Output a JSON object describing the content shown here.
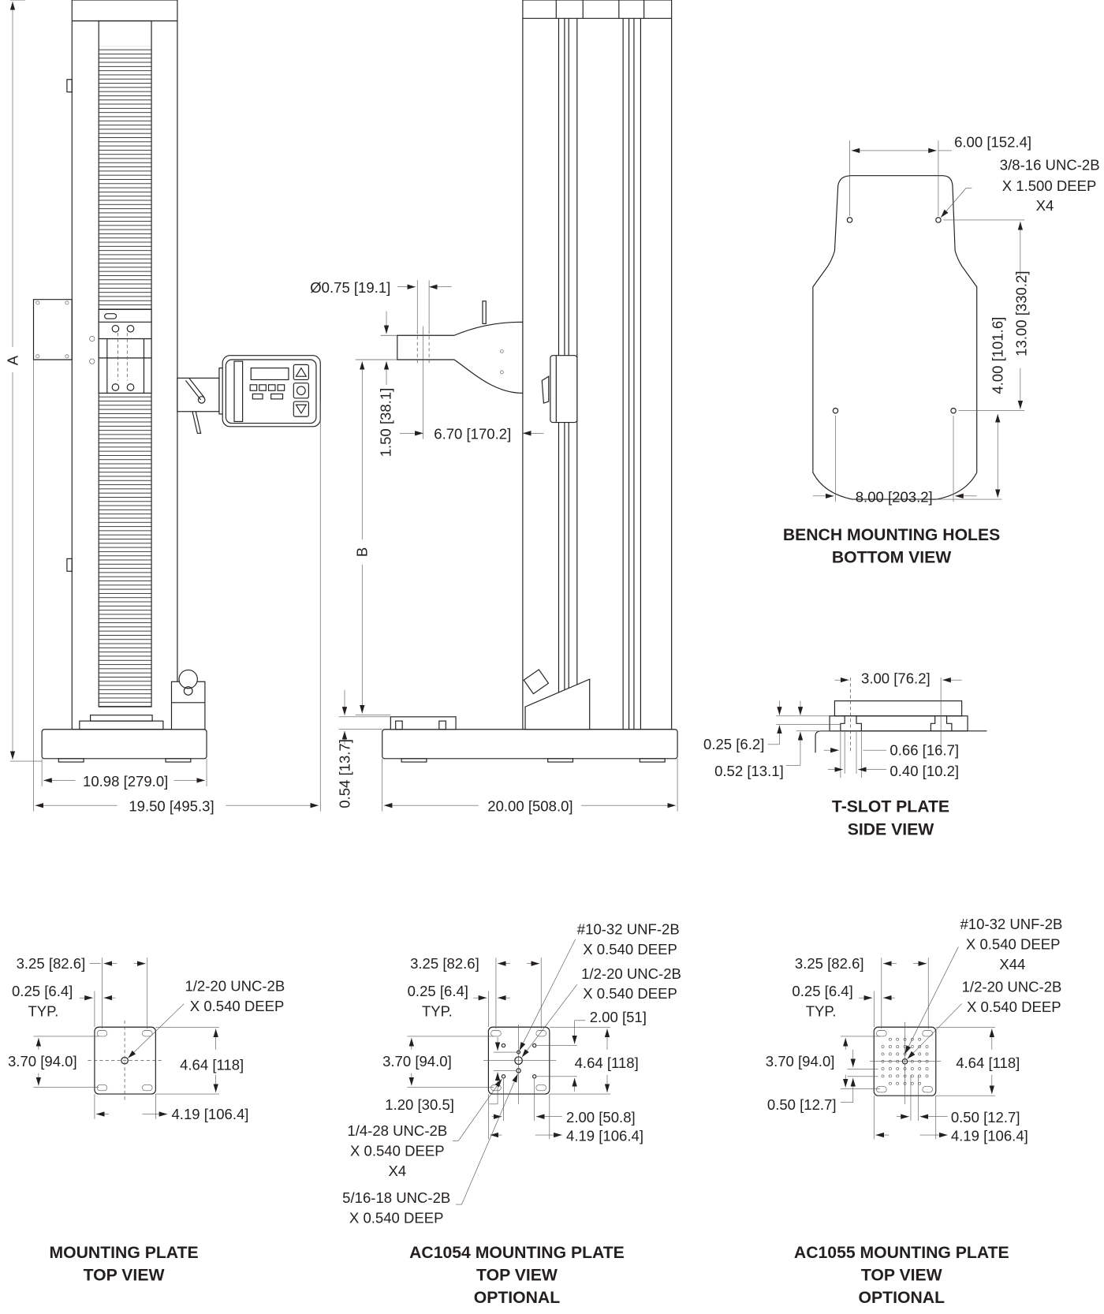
{
  "front_view": {
    "height_label": "A",
    "base_width": "10.98 [279.0]",
    "overall_width": "19.50 [495.3]"
  },
  "side_view": {
    "hole_diameter": "Ø0.75 [19.1]",
    "arm_thickness": "1.50 [38.1]",
    "throat_depth": "6.70 [170.2]",
    "stroke_label": "B",
    "plate_height": "0.54 [13.7]",
    "base_length": "20.00 [508.0]"
  },
  "bench_mounting": {
    "hole_spacing_top": "6.00 [152.4]",
    "hole_callout": [
      "3/8-16 UNC-2B",
      "X 1.500 DEEP",
      "X4"
    ],
    "hole_spacing_vertical": "13.00 [330.2]",
    "edge_distance": "4.00 [101.6]",
    "hole_spacing_bottom": "8.00 [203.2]",
    "title": [
      "BENCH MOUNTING HOLES",
      "BOTTOM VIEW"
    ]
  },
  "tslot_plate": {
    "width": "3.00 [76.2]",
    "dim_a": "0.25 [6.2]",
    "dim_b": "0.52 [13.1]",
    "dim_c": "0.66 [16.7]",
    "dim_d": "0.40 [10.2]",
    "title": [
      "T-SLOT PLATE",
      "SIDE VIEW"
    ]
  },
  "mounting_plate": {
    "slot_spacing": "3.25 [82.6]",
    "edge": [
      "0.25 [6.4]",
      "TYP."
    ],
    "slot_vertical": "3.70 [94.0]",
    "height": "4.64 [118]",
    "width": "4.19 [106.4]",
    "center_hole": [
      "1/2-20 UNC-2B",
      "X 0.540 DEEP"
    ],
    "title": [
      "MOUNTING PLATE",
      "TOP VIEW"
    ]
  },
  "ac1054_plate": {
    "slot_spacing": "3.25 [82.6]",
    "edge": [
      "0.25 [6.4]",
      "TYP."
    ],
    "slot_vertical": "3.70 [94.0]",
    "height": "4.64 [118]",
    "width": "4.19 [106.4]",
    "offset": "1.20 [30.5]",
    "hole_v_spacing": "2.00 [51]",
    "hole_h_spacing": "2.00 [50.8]",
    "small_hole": [
      "#10-32 UNF-2B",
      "X 0.540 DEEP"
    ],
    "center_hole": [
      "1/2-20 UNC-2B",
      "X 0.540 DEEP"
    ],
    "quad_holes": [
      "1/4-28 UNC-2B",
      "X 0.540 DEEP",
      "X4"
    ],
    "lower_hole": [
      "5/16-18 UNC-2B",
      "X 0.540 DEEP"
    ],
    "title": [
      "AC1054 MOUNTING PLATE",
      "TOP VIEW",
      "OPTIONAL"
    ]
  },
  "ac1055_plate": {
    "slot_spacing": "3.25 [82.6]",
    "edge": [
      "0.25 [6.4]",
      "TYP."
    ],
    "slot_vertical": "3.70 [94.0]",
    "height": "4.64 [118]",
    "width": "4.19 [106.4]",
    "grid_v": "0.50 [12.7]",
    "grid_h": "0.50 [12.7]",
    "grid_holes": [
      "#10-32 UNF-2B",
      "X 0.540 DEEP",
      "X44"
    ],
    "grid_hole_count": 44,
    "center_hole": [
      "1/2-20 UNC-2B",
      "X 0.540 DEEP"
    ],
    "title": [
      "AC1055 MOUNTING PLATE",
      "TOP VIEW",
      "OPTIONAL"
    ]
  }
}
